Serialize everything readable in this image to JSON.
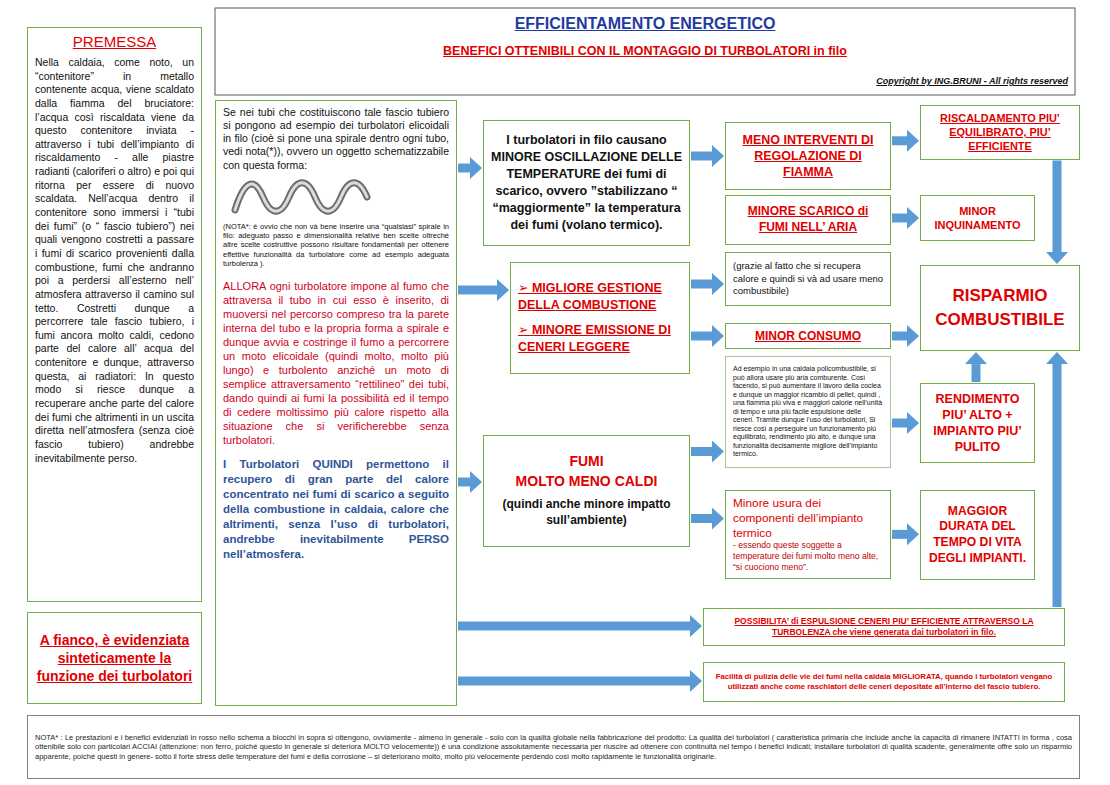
{
  "diagram": {
    "title": "EFFICIENTAMENTO ENERGETICO",
    "nodes": [
      {
        "text": [
          "PREMESSA",
          "Nella caldaia, come noto, un “contenitore” in metallo contenente acqua, viene scaldato dalla fiamma del bruciatore: l’acqua così riscaldata viene da questo contenitore inviata - attraverso i tubi dell’impianto di riscaldamento - alle piastre radianti (caloriferi o altro) e poi qui ritorna per essere di nuovo scaldata. Nell’acqua dentro il contenitore sono immersi i “tubi dei fumi” (o “ fascio tubiero”) nei quali vengono costretti a passare i fumi di scarico provenienti dalla combustione, fumi che andranno poi a perdersi all’esterno nell’ atmosfera attraverso il camino sul tetto. Costretti dunque a percorrere tale fascio tubiero, i fumi ancora molto caldi, cedono parte del calore all’ acqua del contenitore e dunque, attraverso questa, ai radiatori: In questo modo si riesce dunque a recuperare anche parte del calore dei fumi che altrimenti in un uscita diretta nell’atmosfera (senza cioè fascio tubiero) andrebbe inevitabilmente perso."
        ]
      },
      {
        "text": [
          "A fianco, è evidenziata sinteticamente la funzione dei turbolatori"
        ]
      },
      {
        "text": [
          "Se nei tubi che costituiscono tale fascio tubiero si pongono ad esempio dei turbolatori elicoidali in filo (cioè si pone una spirale dentro ogni tubo, vedi nota(*)), ovvero un oggetto schematizzabile con questa forma:",
          "(NOTA*: è ovvio che non và bene inserire una “qualsiasi” spirale in filo: adeguato passo e dimensionalità relative ben scelte oltrechè altre scelte costruttive possono risultare fondamentali per ottenere effettive funzionalità da turbolatore come ad esempio adeguata turbolenza ).",
          "ALLORA ogni turbolatore impone al fumo che attraversa il tubo in cui esso è inserito, di muoversi nel percorso compreso tra la parete interna del tubo e la propria forma a spirale e dunque avvia e costringe il fumo a percorrere un moto elicoidale (quindi molto, molto più lungo) e turbolento anziché un moto di semplice attraversamento “rettilineo” dei tubi, dando quindi ai fumi la possibilità ed il tempo di cedere moltissimo più calore rispetto alla situazione che si verificherebbe senza turbolatori.",
          "I Turbolatori QUINDI permettono il recupero di gran parte del calore concentrato nei fumi di scarico a seguito della combustione in caldaia, calore che altrimenti, senza l’uso di turbolatori, andrebbe inevitabilmente PERSO nell’atmosfera."
        ]
      },
      {
        "text": [
          "I turbolatori in filo causano MINORE OSCILLAZIONE DELLE TEMPERATURE dei fumi di scarico, ovvero ”stabilizzano “ “maggiormente” la temperatura dei fumi (volano termico)."
        ]
      },
      {
        "text": [
          "➢ MIGLIORE GESTIONE DELLA COMBUSTIONE",
          "➢ MINORE EMISSIONE DI CENERI LEGGERE"
        ]
      },
      {
        "text": [
          "FUMI",
          "MOLTO MENO CALDI",
          "(quindi anche minore impatto sull’ambiente)"
        ]
      },
      {
        "text": [
          "MENO INTERVENTI DI REGOLAZIONE DI FIAMMA"
        ]
      },
      {
        "text": [
          "MINORE SCARICO di FUMI NELL’ ARIA"
        ]
      },
      {
        "text": [
          "(grazie al fatto che si recupera calore e quindi si và ad usare meno combustibile)"
        ]
      },
      {
        "text": [
          "MINOR CONSUMO"
        ]
      },
      {
        "text": [
          "Ad esempio in una caldaia policombustibile, si può allora usare più aria comburente. Così facendo, si può aumentare il lavoro della coclea e dunque un maggior ricambio di pellet, quindi , una fiamma più viva e maggiori calorie nell’unità di tempo e una più facile espulsione delle ceneri. Tramite dunque l’uso dei turbolatori, Si riesce così a perseguire un funzionamento più equilibrato, rendimento più alto, e dunque una funzionalità decisamente migliore dell’impianto termico."
        ]
      },
      {
        "text": [
          "Minore usura dei componenti dell’impianto termico",
          "- essendo queste soggette a temperature dei fumi molto meno alte, “si cuociono meno”."
        ]
      },
      {
        "text": [
          "RISCALDAMENTO PIU’ EQUILIBRATO, PIU’ EFFICIENTE"
        ]
      },
      {
        "text": [
          "MINOR INQUINAMENTO"
        ]
      },
      {
        "text": [
          "RISPARMIO COMBUSTIBILE"
        ]
      },
      {
        "text": [
          "RENDIMENTO PIU’ ALTO + IMPIANTO PIU’ PULITO"
        ]
      },
      {
        "text": [
          "MAGGIOR DURATA DEL TEMPO DI VITA DEGLI IMPIANTI."
        ]
      },
      {
        "text": [
          "POSSIBILITA’ di ESPULSIONE CENERI PIU’ EFFICIENTE ATTRAVERSO LA TURBOLENZA che viene generata dai turbolatori in filo."
        ]
      },
      {
        "text": [
          "Facilità di pulizia delle vie dei fumi nella caldaia MIGLIORATA, quando i turbolatori vengano utilizzati anche come raschiatori delle ceneri depositate all’interno del fascio tubiero."
        ]
      },
      {
        "text": [
          "NOTA* : Le prestazioni e i benefici evidenziati in rosso nello schema a blocchi in sopra si ottengono, ovviamente - almeno in generale - solo con la qualità globale nella fabbricazione del prodotto: La qualità dei turbolatori ( caratteristica primaria che include anche la capacità di rimanere INTATTI in forma , cosa ottenibile solo con particolari ACCIAI (attenzione: non ferro, poiché questo in generale si deteriora MOLTO velocemente)) è una condizione assolutamente necessaria per riuscire ad ottenere con continuità nel tempo i benefici indicati; installare turbolatori di qualità scadente, generalmente offre solo un risparmio apparente, poiché questi in genere- sotto il forte stress delle temperature dei fumi e della corrosione – si deteriorano molto, molto più velocemente perdendo così molto rapidamente le funzionalità originarie."
        ]
      }
    ],
    "edges": [
      {
        "from": 2,
        "to": 3,
        "arrow": "to"
      },
      {
        "from": 2,
        "to": 4,
        "arrow": "to"
      },
      {
        "from": 2,
        "to": 5,
        "arrow": "to"
      },
      {
        "from": 2,
        "to": 17,
        "arrow": "to"
      },
      {
        "from": 2,
        "to": 18,
        "arrow": "to"
      },
      {
        "from": 3,
        "to": 6,
        "arrow": "to"
      },
      {
        "from": 4,
        "to": 8,
        "arrow": "to"
      },
      {
        "from": 4,
        "to": 9,
        "arrow": "to"
      },
      {
        "from": 5,
        "to": 10,
        "arrow": "to"
      },
      {
        "from": 5,
        "to": 11,
        "arrow": "to"
      },
      {
        "from": 6,
        "to": 12,
        "arrow": "to"
      },
      {
        "from": 7,
        "to": 13,
        "arrow": "to"
      },
      {
        "from": 9,
        "to": 14,
        "arrow": "to"
      },
      {
        "from": 12,
        "to": 14,
        "arrow": "to"
      },
      {
        "from": 10,
        "to": 15,
        "arrow": "to"
      },
      {
        "from": 15,
        "to": 14,
        "arrow": "to"
      },
      {
        "from": 11,
        "to": 16,
        "arrow": "to"
      },
      {
        "from": 17,
        "to": 14,
        "arrow": "to"
      }
    ],
    "labels": [
      "BENEFICI OTTENIBILI CON IL MONTAGGIO DI TURBOLATORI in filo",
      "Copyright by ING.BRUNI - All rights reserved"
    ]
  }
}
